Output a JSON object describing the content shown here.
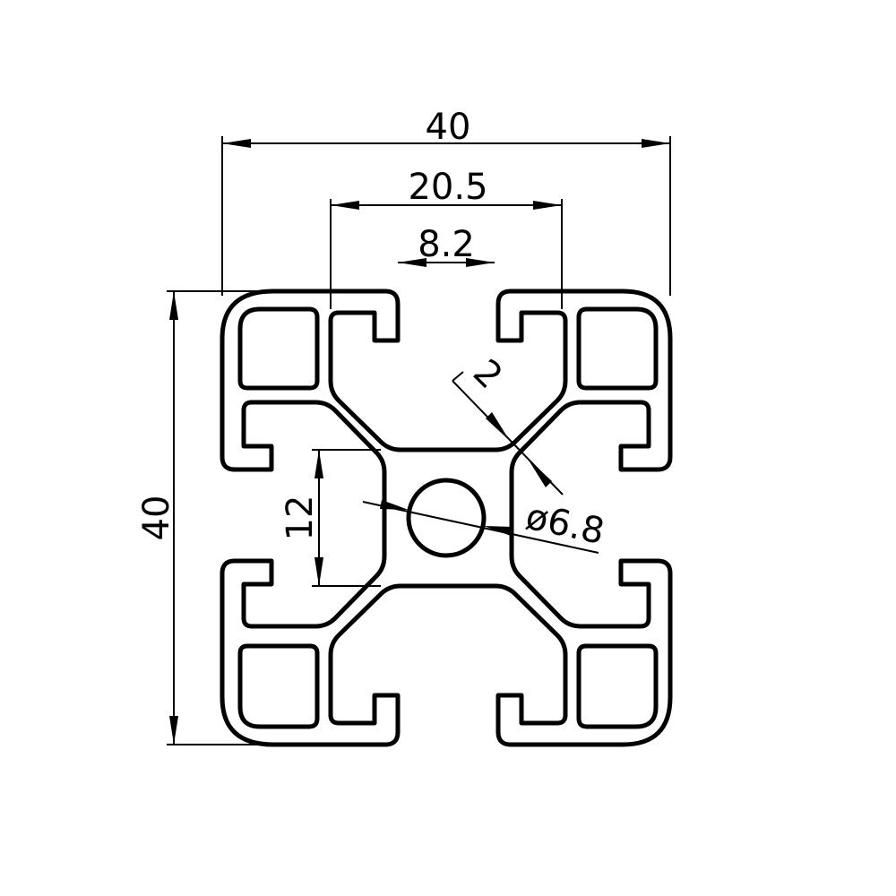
{
  "drawing": {
    "dimensions": {
      "overall_width": "40",
      "slot_center_span": "20.5",
      "slot_opening": "8.2",
      "overall_height": "40",
      "core_height": "12",
      "wall_thickness": "2",
      "center_bore": "ø6.8"
    },
    "colors": {
      "line": "#000000",
      "background": "#ffffff"
    }
  }
}
